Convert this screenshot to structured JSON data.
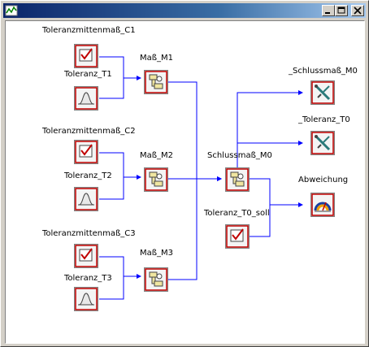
{
  "labels": {
    "tmm_c1": "Toleranzmittenmaß_C1",
    "tol_t1": "Toleranz_T1",
    "mass_m1": "Maß_M1",
    "tmm_c2": "Toleranzmittenmaß_C2",
    "tol_t2": "Toleranz_T2",
    "mass_m2": "Maß_M2",
    "tmm_c3": "Toleranzmittenmaß_C3",
    "tol_t3": "Toleranz_T3",
    "mass_m3": "Maß_M3",
    "schluss_m0": "Schlussmaß_M0",
    "tol_t0_soll": "Toleranz_T0_soll",
    "out_schluss_m0": "_Schlussmaß_M0",
    "out_tol_t0": "_Toleranz_T0",
    "abweichung": "Abweichung"
  },
  "colors": {
    "wire": "#0000ff",
    "node_border": "#c00000",
    "node_face": "#d4d0c8",
    "titlebar": "#0a246a"
  },
  "icons": {
    "source": "checkbox-doc-icon",
    "distribution": "distribution-curve-icon",
    "sum": "sum-block-icon",
    "output": "probe-output-icon",
    "compare": "gauge-icon"
  }
}
